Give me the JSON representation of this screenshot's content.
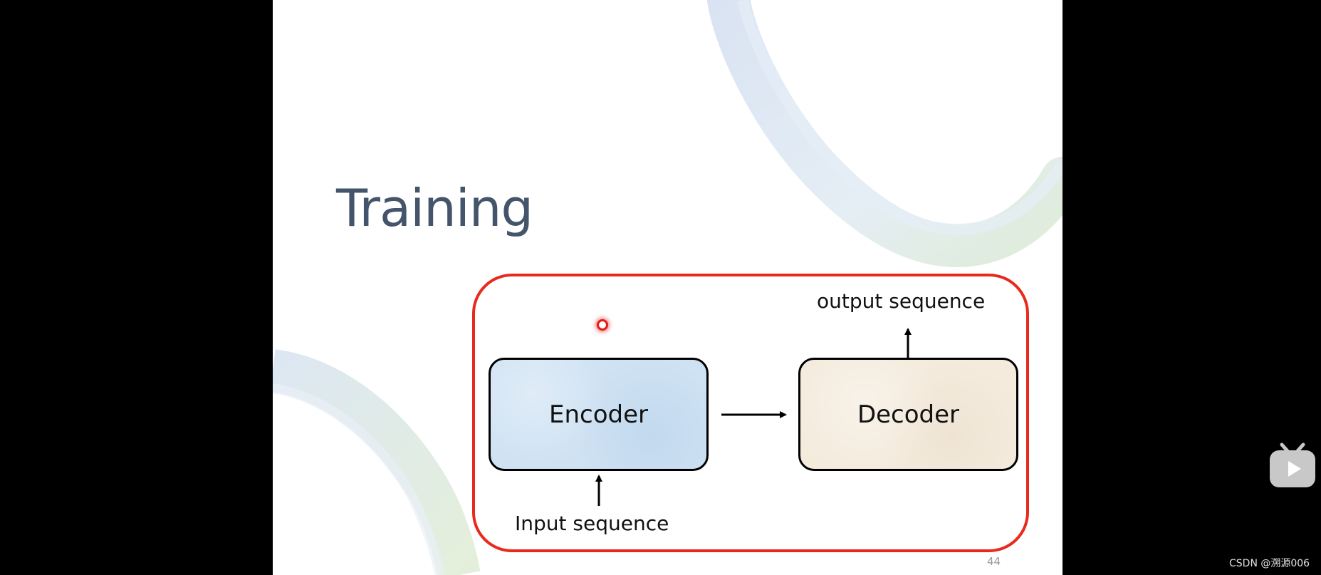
{
  "slide": {
    "title": "Training",
    "page_number": "44",
    "diagram": {
      "encoder_label": "Encoder",
      "decoder_label": "Decoder",
      "input_label": "Input sequence",
      "output_label": "output sequence"
    }
  },
  "overlay": {
    "player_icon": "bilibili-tv-play-icon",
    "watermark": "CSDN @溯源006"
  },
  "colors": {
    "title": "#44546a",
    "highlight_border": "#e82a1c",
    "encoder_fill": "#cfe2f3",
    "decoder_fill": "#f4ebdd"
  }
}
